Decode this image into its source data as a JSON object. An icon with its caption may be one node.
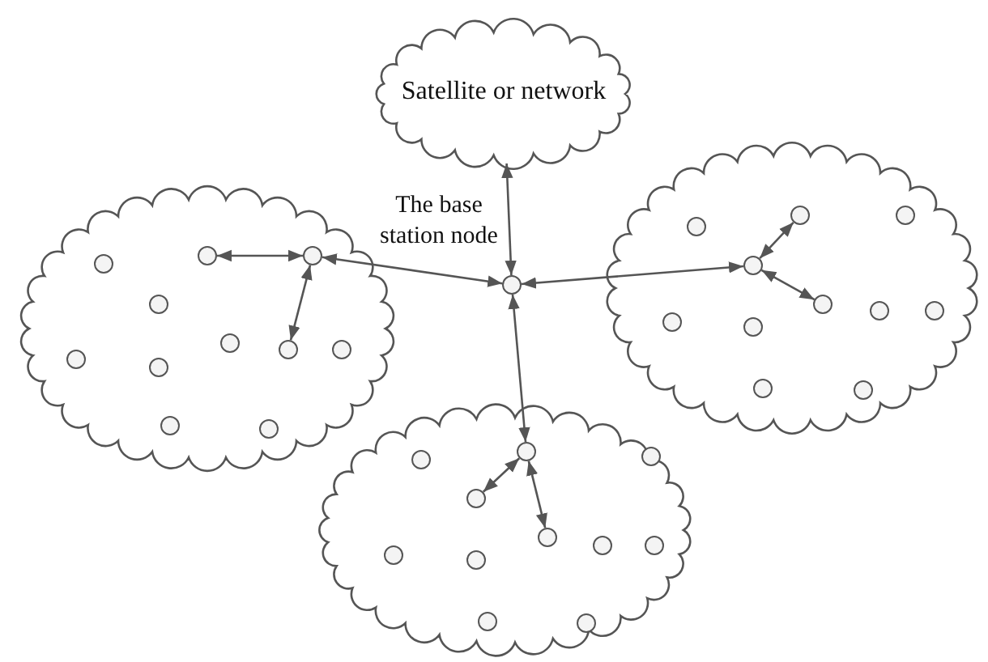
{
  "diagram": {
    "nodes": [
      {
        "text": [
          "Satellite or network"
        ]
      },
      {
        "text": [],
        "shape": "circle",
        "beside": [
          "The base station node"
        ]
      },
      {
        "text": [],
        "shape": "cloud"
      },
      {
        "text": [],
        "shape": "circle",
        "in": 2
      },
      {
        "text": [],
        "shape": "circle",
        "in": 2
      },
      {
        "text": [],
        "shape": "circle",
        "in": 2
      },
      {
        "text": [],
        "shape": "circle",
        "in": 2
      },
      {
        "text": [],
        "shape": "circle",
        "in": 2
      },
      {
        "text": [],
        "shape": "circle",
        "in": 2
      },
      {
        "text": [],
        "shape": "circle",
        "in": 2
      },
      {
        "text": [],
        "shape": "circle",
        "in": 2
      },
      {
        "text": [],
        "shape": "circle",
        "in": 2
      },
      {
        "text": [],
        "shape": "circle",
        "in": 2
      },
      {
        "text": [],
        "shape": "circle",
        "in": 2
      },
      {
        "text": [],
        "shape": "cloud"
      },
      {
        "text": [],
        "shape": "circle",
        "in": 14
      },
      {
        "text": [],
        "shape": "circle",
        "in": 14
      },
      {
        "text": [],
        "shape": "circle",
        "in": 14
      },
      {
        "text": [],
        "shape": "circle",
        "in": 14
      },
      {
        "text": [],
        "shape": "circle",
        "in": 14
      },
      {
        "text": [],
        "shape": "circle",
        "in": 14
      },
      {
        "text": [],
        "shape": "circle",
        "in": 14
      },
      {
        "text": [],
        "shape": "circle",
        "in": 14
      },
      {
        "text": [],
        "shape": "circle",
        "in": 14
      },
      {
        "text": [],
        "shape": "circle",
        "in": 14
      },
      {
        "text": [],
        "shape": "circle",
        "in": 14
      },
      {
        "text": [],
        "shape": "cloud"
      },
      {
        "text": [],
        "shape": "circle",
        "in": 26
      },
      {
        "text": [],
        "shape": "circle",
        "in": 26
      },
      {
        "text": [],
        "shape": "circle",
        "in": 26
      },
      {
        "text": [],
        "shape": "circle",
        "in": 26
      },
      {
        "text": [],
        "shape": "circle",
        "in": 26
      },
      {
        "text": [],
        "shape": "circle",
        "in": 26
      },
      {
        "text": [],
        "shape": "circle",
        "in": 26
      },
      {
        "text": [],
        "shape": "circle",
        "in": 26
      },
      {
        "text": [],
        "shape": "circle",
        "in": 26
      },
      {
        "text": [],
        "shape": "circle",
        "in": 26
      },
      {
        "text": [],
        "shape": "circle",
        "in": 26
      }
    ],
    "edges": [
      {
        "from": 1,
        "to": 0,
        "arrow": "both"
      },
      {
        "from": 1,
        "to": 5,
        "arrow": "both"
      },
      {
        "from": 1,
        "to": 18,
        "arrow": "both"
      },
      {
        "from": 1,
        "to": 28,
        "arrow": "both"
      },
      {
        "from": 5,
        "to": 4,
        "arrow": "both"
      },
      {
        "from": 5,
        "to": 8,
        "arrow": "both"
      },
      {
        "from": 18,
        "to": 16,
        "arrow": "both"
      },
      {
        "from": 18,
        "to": 19,
        "arrow": "both"
      },
      {
        "from": 28,
        "to": 30,
        "arrow": "both"
      },
      {
        "from": 28,
        "to": 31,
        "arrow": "both"
      }
    ]
  }
}
